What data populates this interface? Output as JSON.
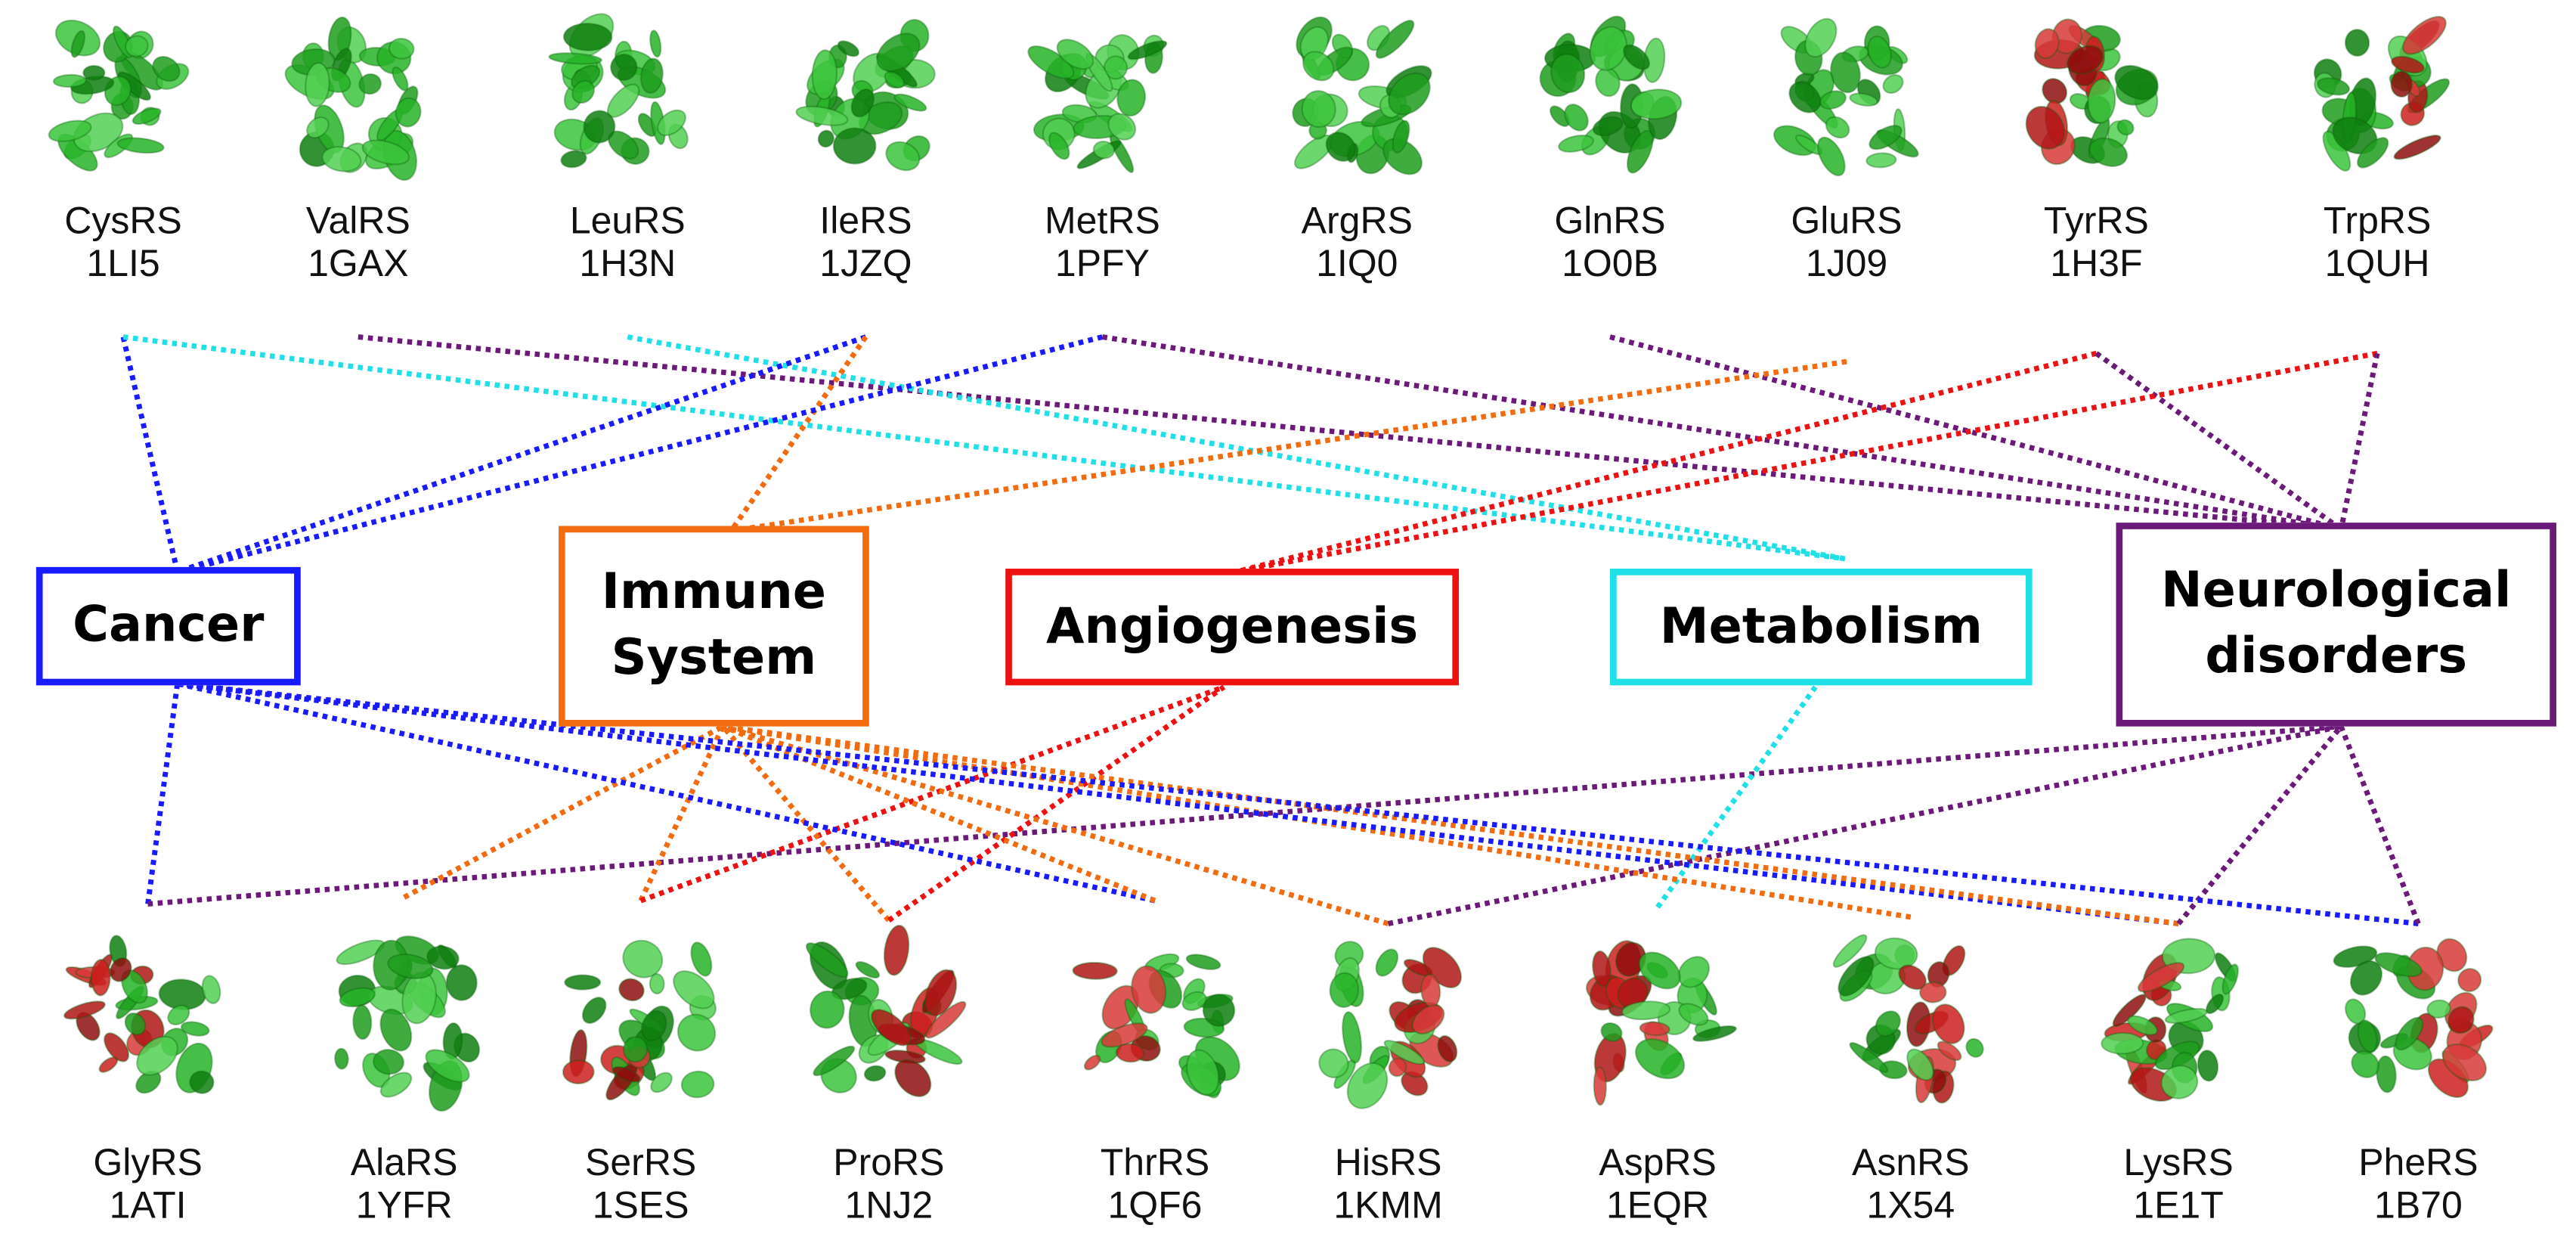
{
  "categories": {
    "cancer": {
      "label": "Cancer",
      "color": "#1a1aff"
    },
    "immune": {
      "label": "Immune\nSystem",
      "color": "#f26b0f"
    },
    "angiogenesis": {
      "label": "Angiogenesis",
      "color": "#ee1111"
    },
    "metabolism": {
      "label": "Metabolism",
      "color": "#1ee0e6"
    },
    "neuro": {
      "label": "Neurological\ndisorders",
      "color": "#6b1a7a"
    }
  },
  "enzymes_top": [
    {
      "name": "CysRS",
      "pdb": "1LI5",
      "red_domain": false
    },
    {
      "name": "ValRS",
      "pdb": "1GAX",
      "red_domain": false
    },
    {
      "name": "LeuRS",
      "pdb": "1H3N",
      "red_domain": false
    },
    {
      "name": "IleRS",
      "pdb": "1JZQ",
      "red_domain": false
    },
    {
      "name": "MetRS",
      "pdb": "1PFY",
      "red_domain": false
    },
    {
      "name": "ArgRS",
      "pdb": "1IQ0",
      "red_domain": false
    },
    {
      "name": "GlnRS",
      "pdb": "1O0B",
      "red_domain": false
    },
    {
      "name": "GluRS",
      "pdb": "1J09",
      "red_domain": false
    },
    {
      "name": "TyrRS",
      "pdb": "1H3F",
      "red_domain": true
    },
    {
      "name": "TrpRS",
      "pdb": "1QUH",
      "red_domain": true
    }
  ],
  "enzymes_bottom": [
    {
      "name": "GlyRS",
      "pdb": "1ATI",
      "red_domain": true
    },
    {
      "name": "AlaRS",
      "pdb": "1YFR",
      "red_domain": false
    },
    {
      "name": "SerRS",
      "pdb": "1SES",
      "red_domain": true
    },
    {
      "name": "ProRS",
      "pdb": "1NJ2",
      "red_domain": true
    },
    {
      "name": "ThrRS",
      "pdb": "1QF6",
      "red_domain": true
    },
    {
      "name": "HisRS",
      "pdb": "1KMM",
      "red_domain": true
    },
    {
      "name": "AspRS",
      "pdb": "1EQR",
      "red_domain": true
    },
    {
      "name": "AsnRS",
      "pdb": "1X54",
      "red_domain": true
    },
    {
      "name": "LysRS",
      "pdb": "1E1T",
      "red_domain": true
    },
    {
      "name": "PheRS",
      "pdb": "1B70",
      "red_domain": true
    }
  ],
  "links": [
    {
      "from": "CysRS",
      "to": "cancer"
    },
    {
      "from": "CysRS",
      "to": "metabolism"
    },
    {
      "from": "ValRS",
      "to": "neuro"
    },
    {
      "from": "LeuRS",
      "to": "metabolism"
    },
    {
      "from": "IleRS",
      "to": "cancer"
    },
    {
      "from": "IleRS",
      "to": "immune"
    },
    {
      "from": "MetRS",
      "to": "cancer"
    },
    {
      "from": "MetRS",
      "to": "neuro"
    },
    {
      "from": "GlnRS",
      "to": "neuro"
    },
    {
      "from": "GluRS",
      "to": "immune"
    },
    {
      "from": "TyrRS",
      "to": "angiogenesis"
    },
    {
      "from": "TyrRS",
      "to": "neuro"
    },
    {
      "from": "TrpRS",
      "to": "angiogenesis"
    },
    {
      "from": "TrpRS",
      "to": "neuro"
    },
    {
      "from": "GlyRS",
      "to": "cancer"
    },
    {
      "from": "GlyRS",
      "to": "neuro"
    },
    {
      "from": "AlaRS",
      "to": "immune"
    },
    {
      "from": "SerRS",
      "to": "immune"
    },
    {
      "from": "SerRS",
      "to": "angiogenesis"
    },
    {
      "from": "ProRS",
      "to": "immune"
    },
    {
      "from": "ProRS",
      "to": "angiogenesis"
    },
    {
      "from": "ThrRS",
      "to": "cancer"
    },
    {
      "from": "ThrRS",
      "to": "immune"
    },
    {
      "from": "HisRS",
      "to": "immune"
    },
    {
      "from": "HisRS",
      "to": "neuro"
    },
    {
      "from": "AspRS",
      "to": "metabolism"
    },
    {
      "from": "AsnRS",
      "to": "immune"
    },
    {
      "from": "LysRS",
      "to": "cancer"
    },
    {
      "from": "LysRS",
      "to": "immune"
    },
    {
      "from": "LysRS",
      "to": "neuro"
    },
    {
      "from": "PheRS",
      "to": "cancer"
    },
    {
      "from": "PheRS",
      "to": "neuro"
    }
  ]
}
